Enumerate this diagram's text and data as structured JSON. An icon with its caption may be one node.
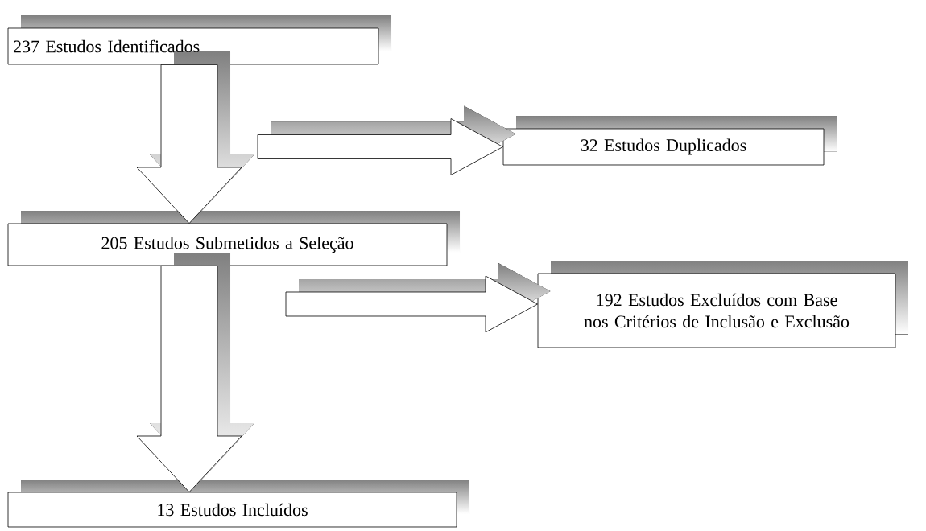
{
  "diagram": {
    "nodes": [
      {
        "text": [
          "237 Estudos Identificados"
        ]
      },
      {
        "text": [
          "32 Estudos Duplicados"
        ]
      },
      {
        "text": [
          "205 Estudos Submetidos a Seleção"
        ]
      },
      {
        "text": [
          "192 Estudos Excluídos com Base nos Critérios de Inclusão e Exclusão"
        ]
      },
      {
        "text": [
          "13 Estudos Incluídos"
        ]
      }
    ],
    "edges": [
      {
        "from": 0,
        "to": 2,
        "arrow": "to"
      },
      {
        "from": 0,
        "to": 1,
        "arrow": "to"
      },
      {
        "from": 2,
        "to": 4,
        "arrow": "to"
      },
      {
        "from": 2,
        "to": 3,
        "arrow": "to"
      }
    ]
  }
}
